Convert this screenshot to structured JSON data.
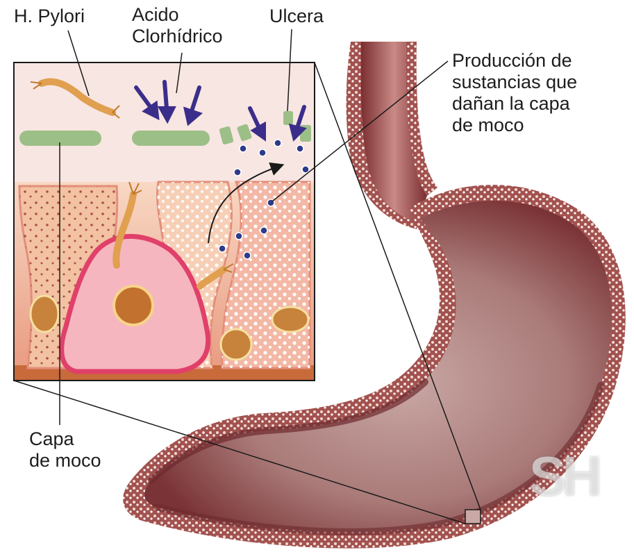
{
  "labels": {
    "h_pylori": "H. Pylori",
    "acido_line1": "Acido",
    "acido_line2": "Clorhídrico",
    "ulcera": "Ulcera",
    "produccion_line1": "Producción de",
    "produccion_line2": "sustancias que",
    "produccion_line3": "dañan la capa",
    "produccion_line4": "de moco",
    "capa_line1": "Capa",
    "capa_line2": "de moco"
  },
  "watermark": "SH",
  "colors": {
    "stomach_wall": "#8a3a3c",
    "stomach_inner": "#b79290",
    "mucus": "#9cbf88",
    "cell": "#f2c2a2",
    "ulcer": "#e0406a",
    "bacterium": "#e0a050",
    "acid_arrow": "#3b2e8a"
  }
}
